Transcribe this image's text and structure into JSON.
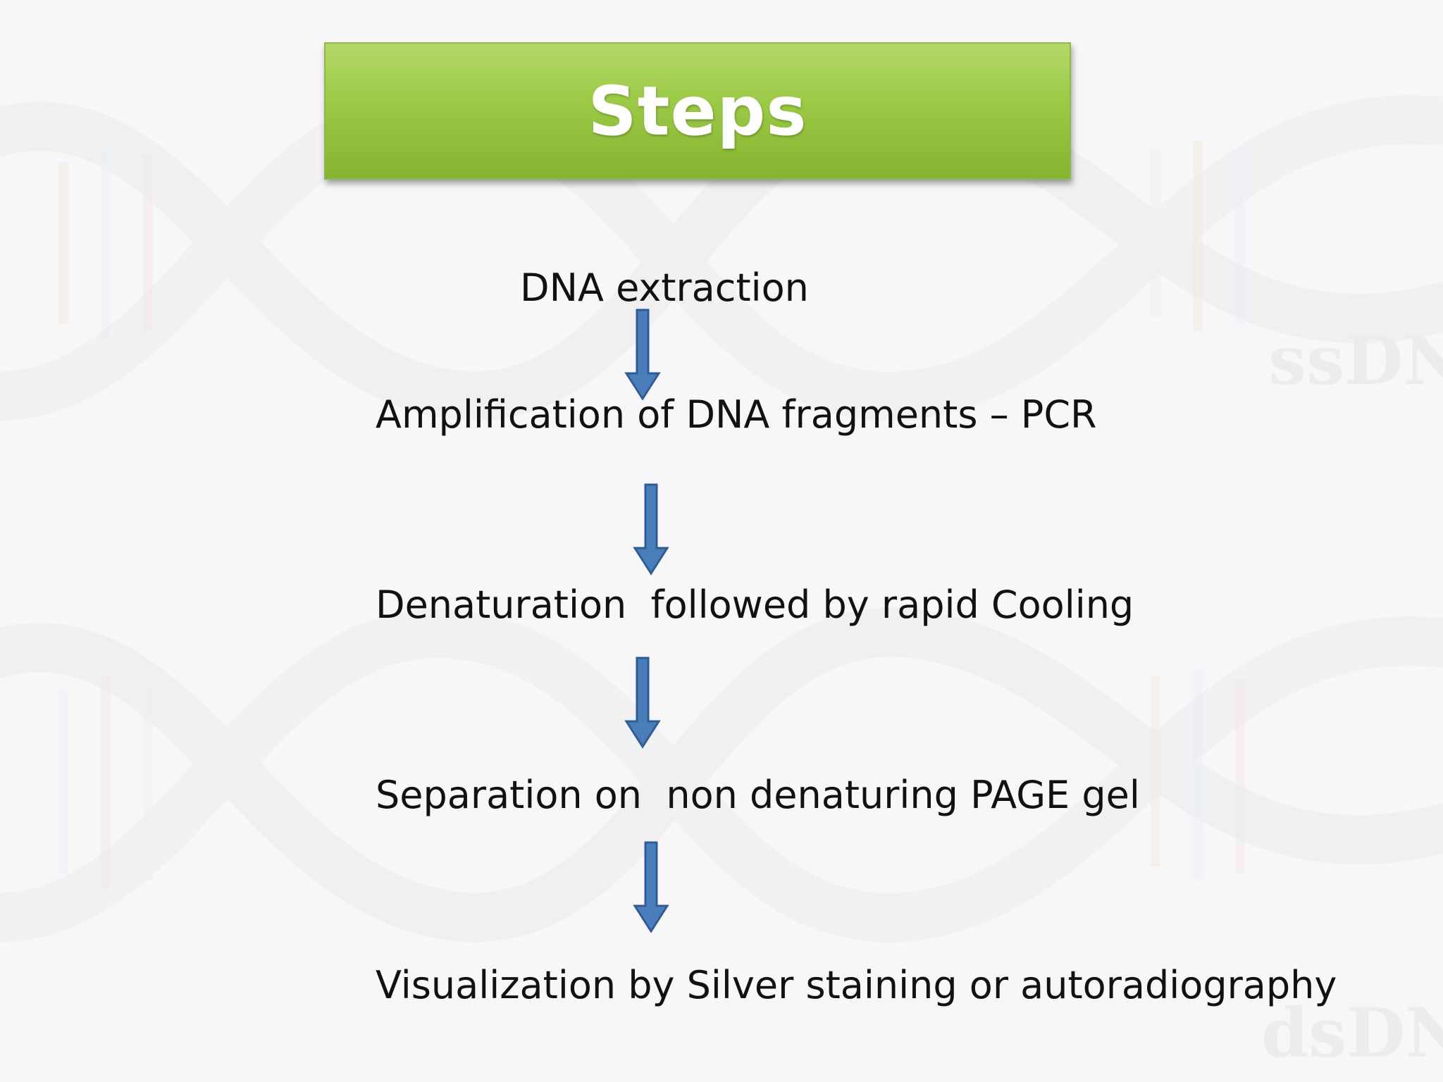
{
  "slide": {
    "title": "Steps",
    "steps": [
      {
        "label": "DNA extraction"
      },
      {
        "label": "Amplification of DNA fragments – PCR"
      },
      {
        "label": "Denaturation  followed by rapid Cooling"
      },
      {
        "label": "Separation on  non denaturing PAGE gel"
      },
      {
        "label": "Visualization by Silver staining or autoradiography"
      }
    ],
    "colors": {
      "title_bg": "#9bc945",
      "title_text": "#ffffff",
      "arrow_fill": "#4a7ebb",
      "arrow_stroke": "#2f5c93",
      "step_text": "#111111"
    },
    "background_watermark_labels": [
      "ssDNA",
      "dsDNA"
    ]
  }
}
